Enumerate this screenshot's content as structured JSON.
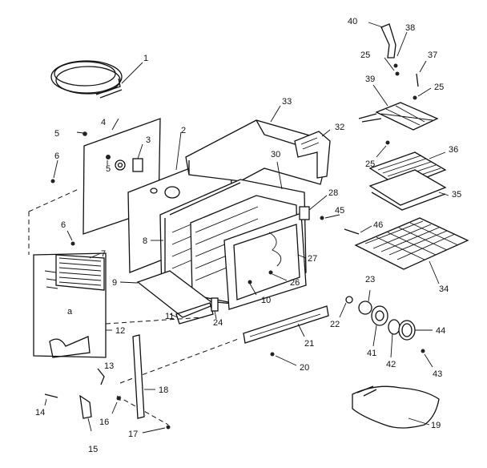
{
  "labels": {
    "l1": "1",
    "l2": "2",
    "l3": "3",
    "l4": "4",
    "l5a": "5",
    "l5b": "5",
    "l6a": "6",
    "l6b": "6",
    "l7": "7",
    "l8": "8",
    "l9": "9",
    "l10": "10",
    "l11": "11",
    "l12": "12",
    "l13": "13",
    "l14": "14",
    "l15": "15",
    "l16": "16",
    "l17": "17",
    "l18": "18",
    "l19": "19",
    "l20": "20",
    "l21": "21",
    "l22": "22",
    "l23": "23",
    "l24": "24",
    "l25a": "25",
    "l25b": "25",
    "l25c": "25",
    "l26": "26",
    "l27": "27",
    "l28": "28",
    "l30": "30",
    "l32": "32",
    "l33": "33",
    "l34": "34",
    "l35": "35",
    "l36": "36",
    "l37": "37",
    "l38": "38",
    "l39": "39",
    "l40": "40",
    "l41": "41",
    "l42": "42",
    "l43": "43",
    "l44": "44",
    "l45": "45",
    "l46": "46",
    "panel_letter": "a"
  }
}
